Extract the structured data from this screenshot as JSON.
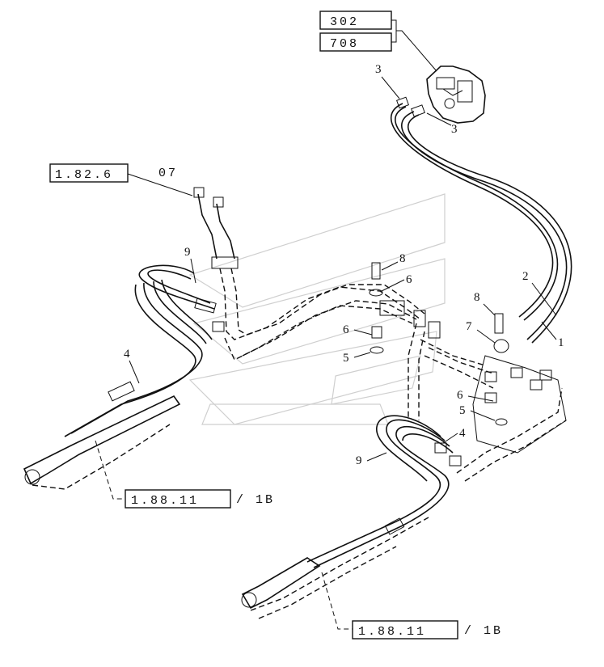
{
  "refs": {
    "top1": "302",
    "top2": "708",
    "left_ref": "1.82.6",
    "left_ref_suffix": "07",
    "bottom_ref_1": "1.88.11",
    "bottom_ref_1_suffix": "/  1B",
    "bottom_ref_2": "1.88.11",
    "bottom_ref_2_suffix": "/  1B"
  },
  "callouts": {
    "c1": "1",
    "c2": "2",
    "c3a": "3",
    "c3b": "3",
    "c4a": "4",
    "c4b": "4",
    "c5a": "5",
    "c5b": "5",
    "c6a": "6",
    "c6b": "6",
    "c6c": "6",
    "c7": "7",
    "c8a": "8",
    "c8b": "8",
    "c9a": "9",
    "c9b": "9"
  }
}
